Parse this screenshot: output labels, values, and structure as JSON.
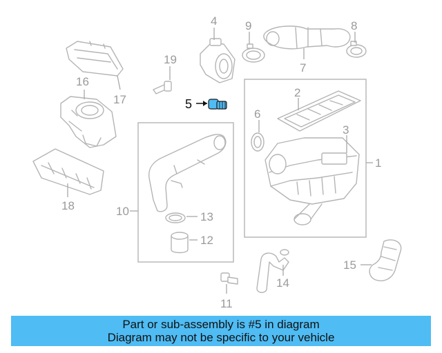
{
  "diagram": {
    "highlight_color": "#4fbcf4",
    "part_numbers": {
      "p1": "1",
      "p2": "2",
      "p3": "3",
      "p4": "4",
      "p5": "5",
      "p6": "6",
      "p7": "7",
      "p8": "8",
      "p9": "9",
      "p10": "10",
      "p11": "11",
      "p12": "12",
      "p13": "13",
      "p14": "14",
      "p15": "15",
      "p16": "16",
      "p17": "17",
      "p18": "18",
      "p19": "19"
    }
  },
  "banner": {
    "line1": "Part or sub-assembly is #5 in diagram",
    "line2": "Diagram may not be specific to your vehicle",
    "color": "#4fbcf4"
  }
}
